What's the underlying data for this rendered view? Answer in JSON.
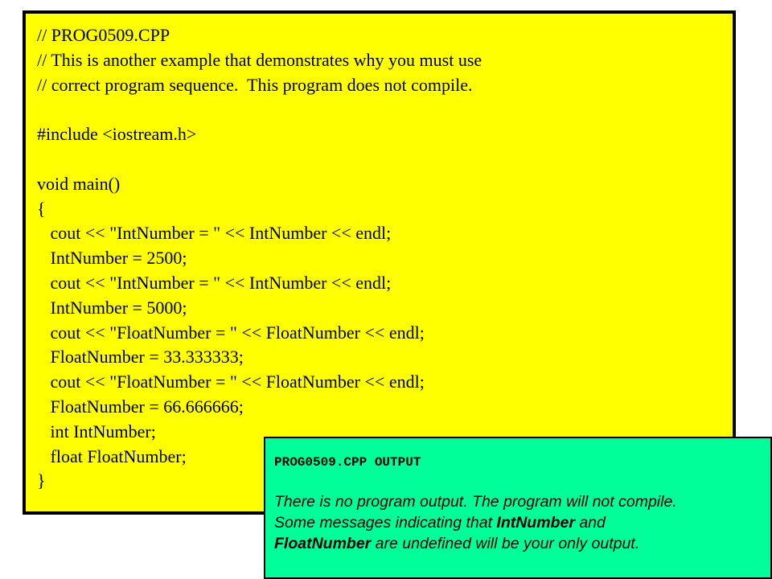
{
  "colors": {
    "code_background": "#ffff00",
    "output_background": "#00ff99",
    "border": "#000000",
    "text": "#000000"
  },
  "code_panel": {
    "lines": [
      "// PROG0509.CPP",
      "// This is another example that demonstrates why you must use",
      "// correct program sequence.  This program does not compile.",
      "",
      "#include <iostream.h>",
      "",
      "void main()",
      "{",
      "   cout << \"IntNumber = \" << IntNumber << endl;",
      "   IntNumber = 2500;",
      "   cout << \"IntNumber = \" << IntNumber << endl;",
      "   IntNumber = 5000;",
      "   cout << \"FloatNumber = \" << FloatNumber << endl;",
      "   FloatNumber = 33.333333;",
      "   cout << \"FloatNumber = \" << FloatNumber << endl;",
      "   FloatNumber = 66.666666;",
      "   int IntNumber;",
      "   float FloatNumber;",
      "}"
    ]
  },
  "output_panel": {
    "title": "PROG0509.CPP OUTPUT",
    "line1": "There is no program output.  The program will not compile.",
    "line2_pre": "Some messages indicating that ",
    "line2_term": "IntNumber",
    "line2_post": " and",
    "line3_term": "FloatNumber",
    "line3_post": " are undefined will be your only output."
  }
}
